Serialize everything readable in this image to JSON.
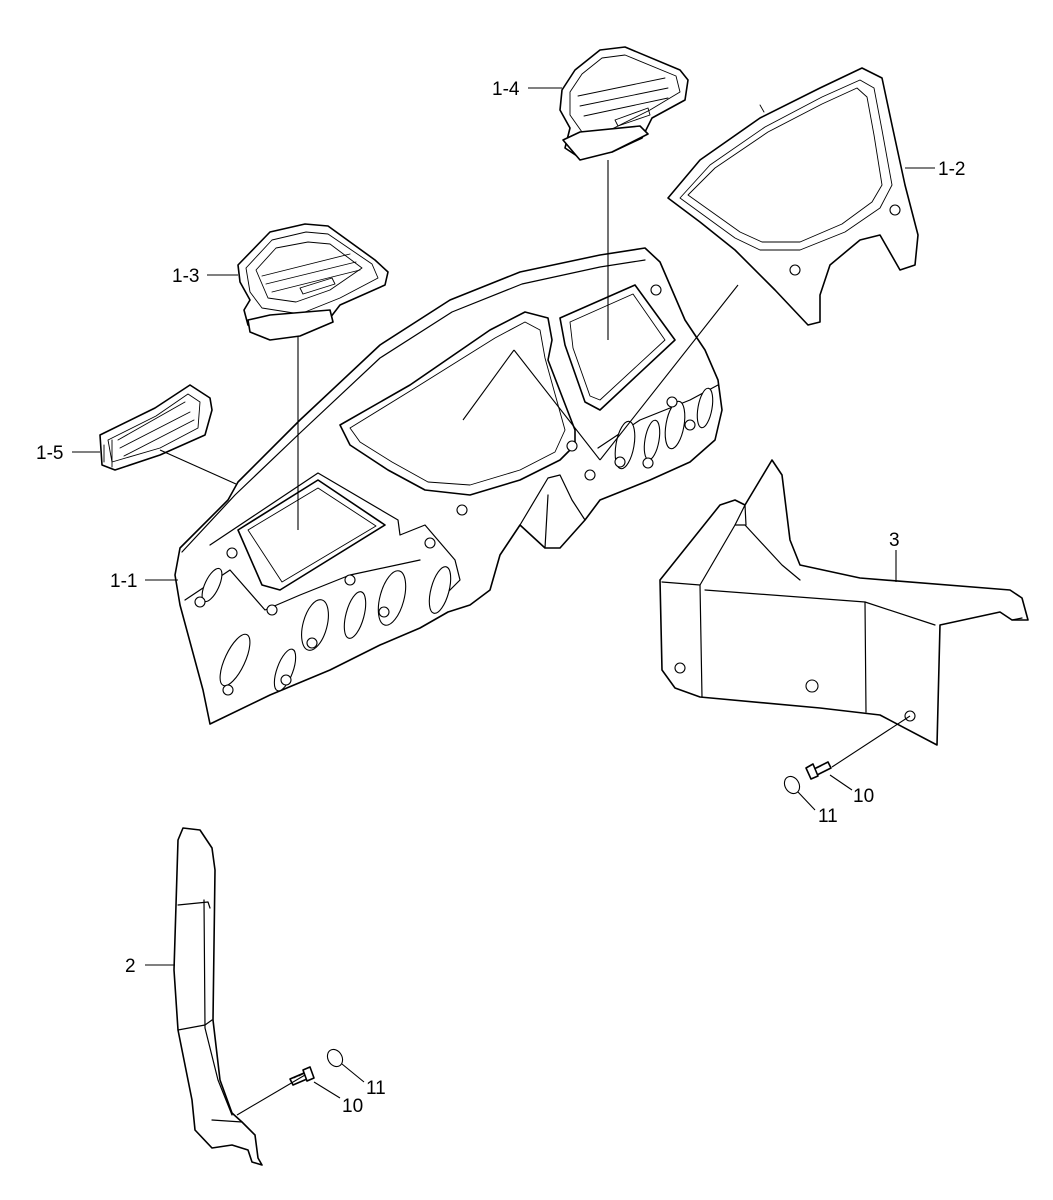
{
  "labels": {
    "p1_1": "1-1",
    "p1_2": "1-2",
    "p1_3": "1-3",
    "p1_4": "1-4",
    "p1_5": "1-5",
    "p2": "2",
    "p3": "3",
    "p10_upper": "10",
    "p11_upper": "11",
    "p10_lower": "10",
    "p11_lower": "11"
  }
}
